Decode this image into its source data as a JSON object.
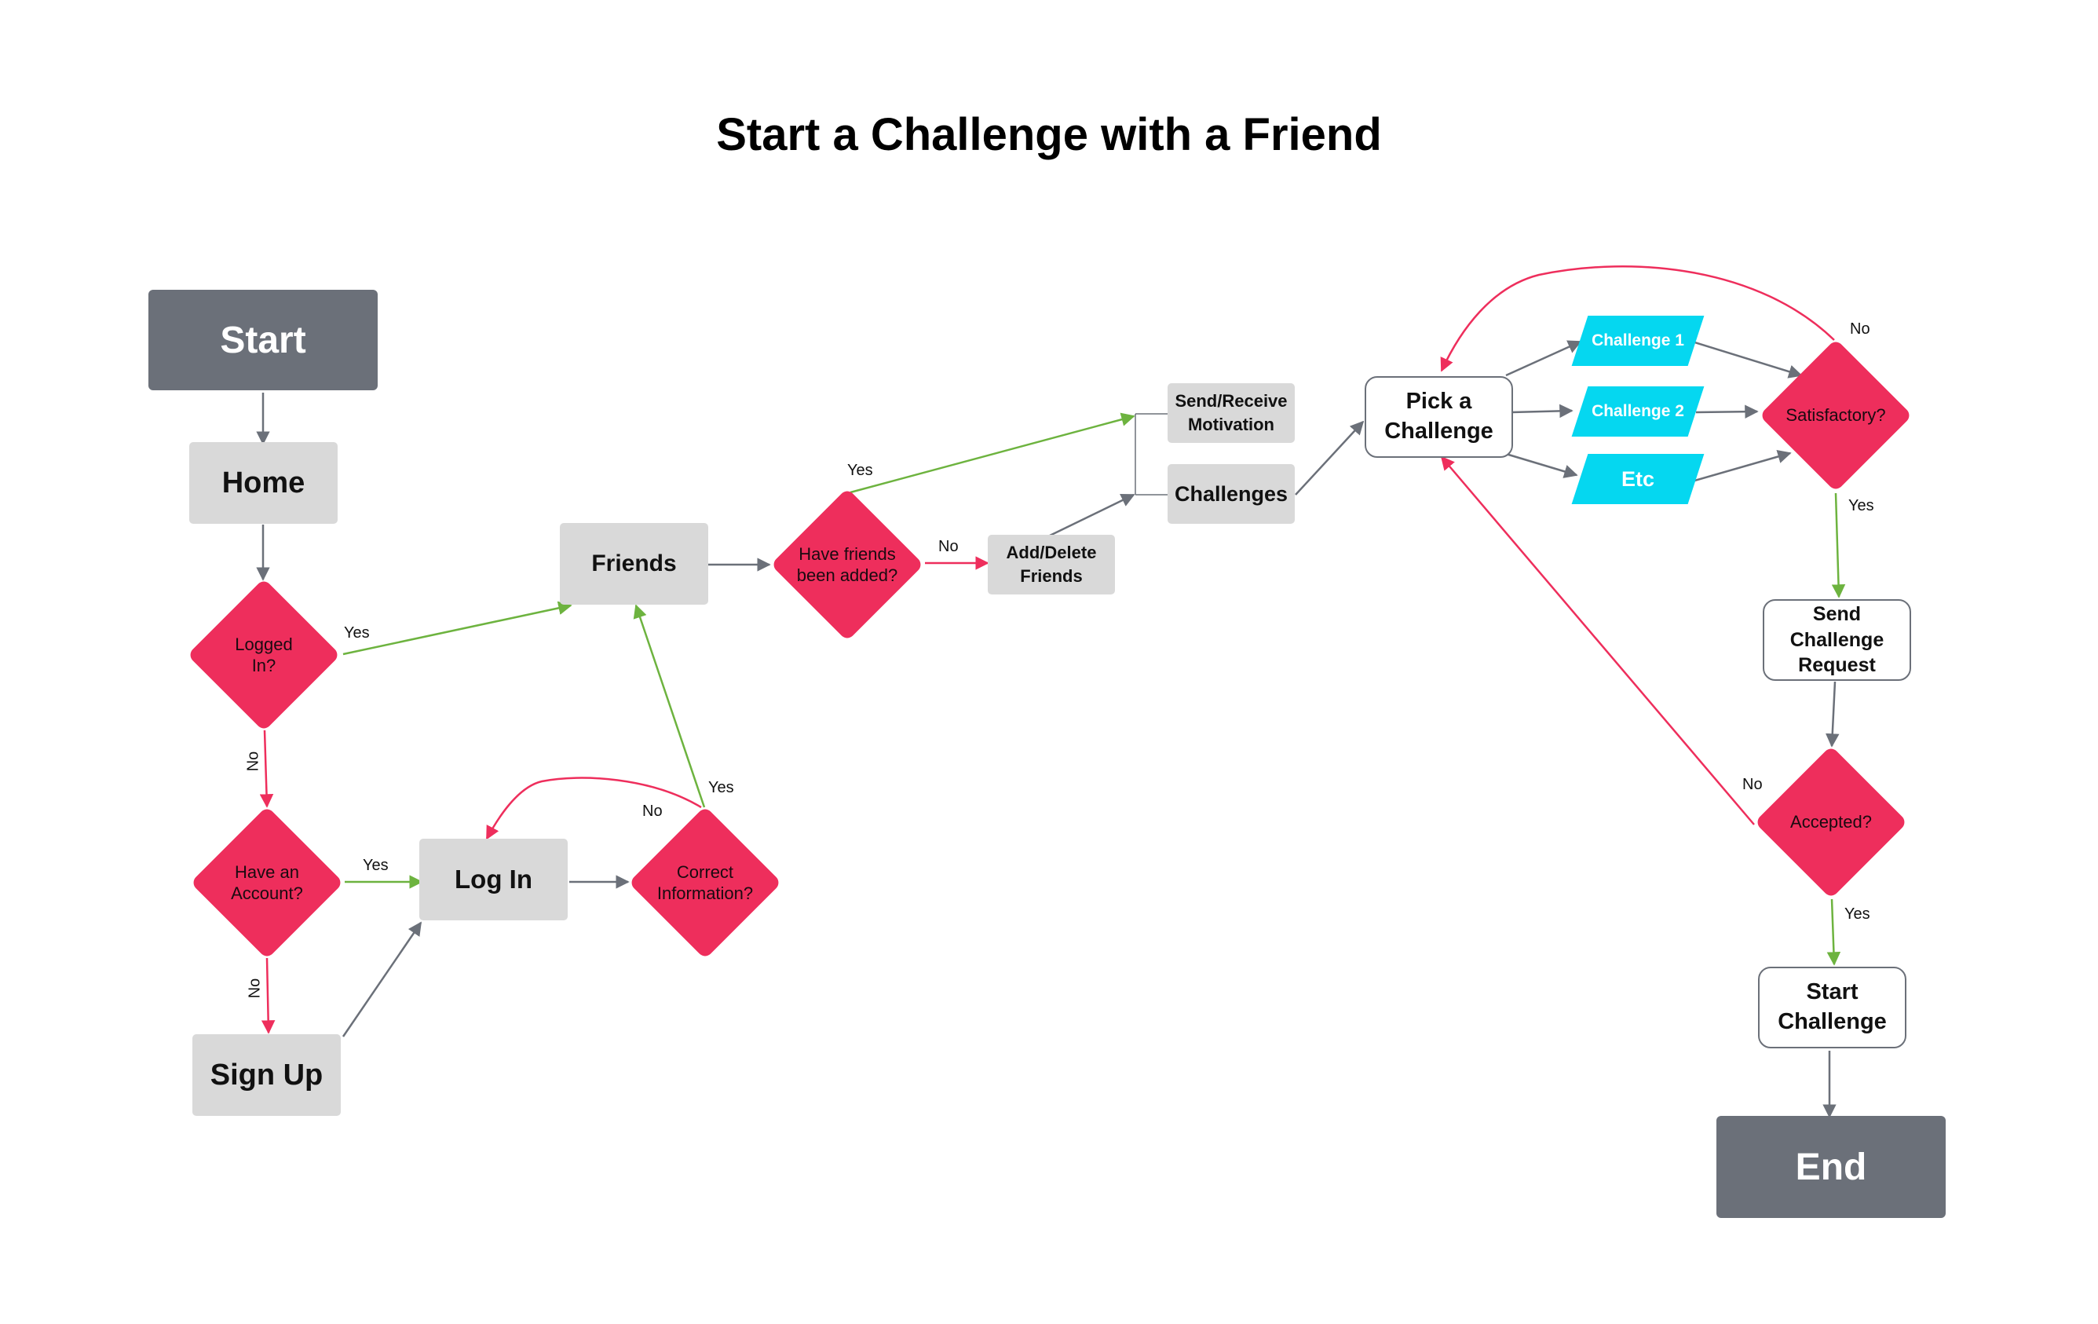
{
  "title": "Start a Challenge with a Friend",
  "nodes": {
    "start": "Start",
    "home": "Home",
    "logged_in": "Logged\nIn?",
    "have_account": "Have an\nAccount?",
    "sign_up": "Sign Up",
    "log_in": "Log In",
    "correct_info": "Correct\nInformation?",
    "friends": "Friends",
    "friends_added": "Have friends\nbeen added?",
    "add_delete": "Add/Delete\nFriends",
    "send_receive": "Send/Receive\nMotivation",
    "challenges": "Challenges",
    "pick": "Pick a\nChallenge",
    "challenge1": "Challenge 1",
    "challenge2": "Challenge 2",
    "etc": "Etc",
    "satisfactory": "Satisfactory?",
    "send_request": "Send\nChallenge\nRequest",
    "accepted": "Accepted?",
    "start_challenge": "Start\nChallenge",
    "end": "End"
  },
  "edge_labels": {
    "yes": "Yes",
    "no": "No"
  },
  "colors": {
    "terminal": "#6b7079",
    "process": "#d9d9d9",
    "decision": "#ee2e5c",
    "option": "#05d7f0",
    "yes_edge": "#6db33f",
    "no_edge": "#ee2e5c",
    "neutral_edge": "#6b7079"
  }
}
